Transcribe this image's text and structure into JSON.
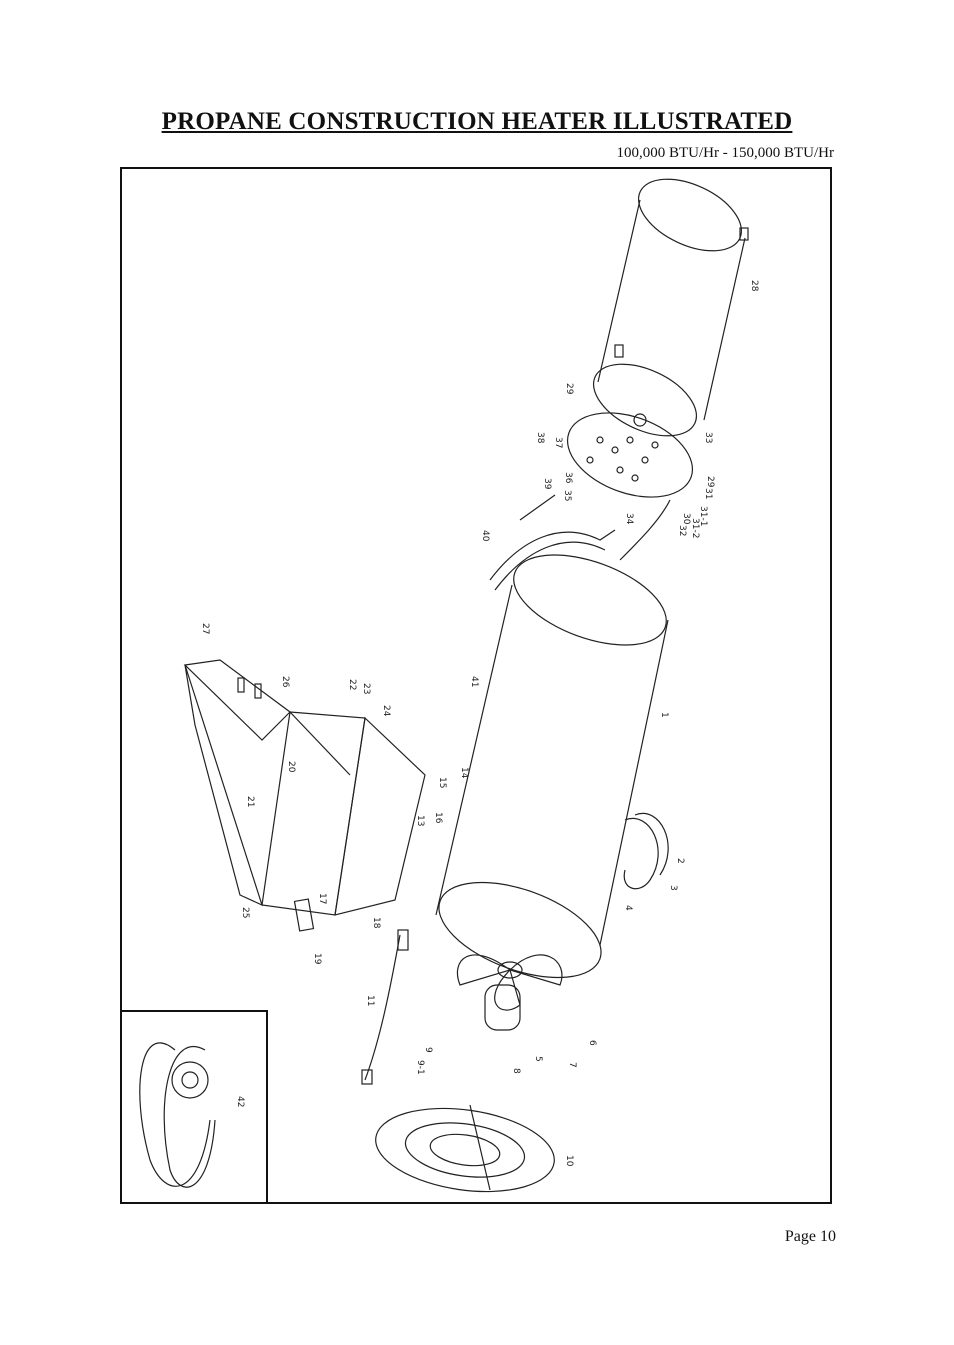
{
  "header": {
    "title": "PROPANE CONSTRUCTION HEATER ILLUSTRATED",
    "subtitle": "100,000 BTU/Hr - 150,000 BTU/Hr"
  },
  "footer": {
    "page": "Page 10"
  },
  "diagram": {
    "part_labels": [
      "28",
      "29",
      "33",
      "29",
      "31",
      "31-1",
      "31-2",
      "30",
      "32",
      "34",
      "35",
      "36",
      "37",
      "38",
      "39",
      "40",
      "1",
      "2",
      "3",
      "4",
      "41",
      "14",
      "15",
      "16",
      "13",
      "27",
      "26",
      "22",
      "23",
      "24",
      "20",
      "21",
      "25",
      "17",
      "18",
      "19",
      "11",
      "5",
      "6",
      "7",
      "8",
      "9",
      "9-1",
      "10",
      "42"
    ]
  }
}
